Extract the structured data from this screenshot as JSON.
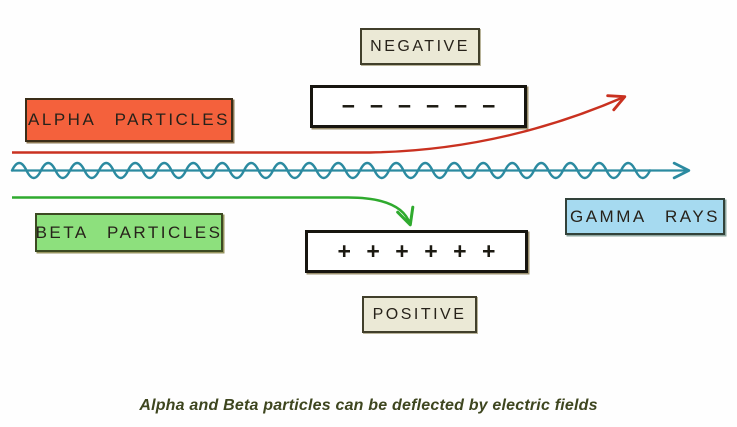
{
  "diagram": {
    "plates": {
      "negative_label": "NEGATIVE",
      "positive_label": "POSITIVE",
      "minus_symbol": "−",
      "plus_symbol": "+",
      "symbols_per_plate": 6
    },
    "rays": {
      "alpha_label": "ALPHA PARTICLES",
      "beta_label": "BETA PARTICLES",
      "gamma_label": "GAMMA RAYS"
    },
    "caption": "Alpha and Beta particles can be deflected by electric fields",
    "colors": {
      "alpha_box_fill": "#f4613c",
      "beta_box_fill": "#8de07d",
      "gamma_box_fill": "#a6daf0",
      "label_box_fill": "#ebe9d6",
      "plate_fill": "#ffffff",
      "alpha_ray": "#c93120",
      "beta_ray": "#2faa2e",
      "gamma_ray": "#2b8aa0",
      "caption_text": "#3e461f"
    }
  }
}
